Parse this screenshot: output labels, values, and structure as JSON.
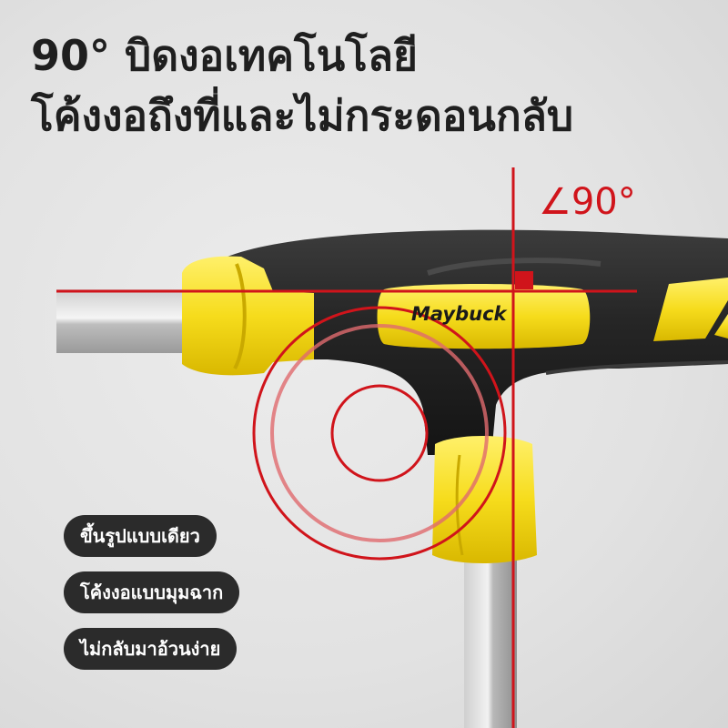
{
  "headline": {
    "line1": "90° บิดงอเทคโนโลยี",
    "line2": "โค้งงอถึงที่และไม่กระดอนกลับ"
  },
  "brand": {
    "logo_text": "Maybuck"
  },
  "angle_label": "∠90°",
  "features": [
    {
      "label": "ขึ้นรูปแบบเดียว"
    },
    {
      "label": "โค้งงอแบบมุมฉาก"
    },
    {
      "label": "ไม่กลับมาอ้วนง่าย"
    }
  ],
  "colors": {
    "annotation_red": "#d0141b",
    "handle_yellow": "#f6dc1c",
    "handle_black": "#262626",
    "pill_bg": "#2b2b2b",
    "pill_text": "#ffffff",
    "headline_text": "#1f1f1f"
  }
}
